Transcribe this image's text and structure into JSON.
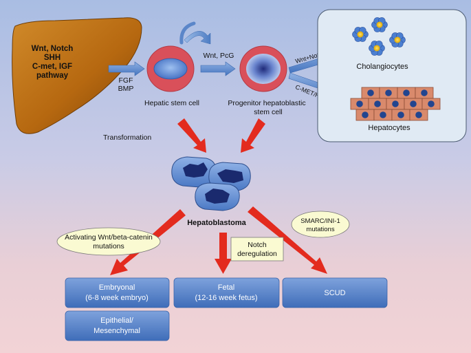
{
  "liver": {
    "line1": "Wnt, Notch",
    "line2": "SHH",
    "line3": "C-met, IGF",
    "line4": "pathway"
  },
  "arrows": {
    "fgf": "FGF",
    "bmp": "BMP",
    "wnt_pcg": "Wnt, PcG",
    "wnt_notch": "Wnt+Notch",
    "cmet_hgf": "C-MET/HGF"
  },
  "cells": {
    "hepatic_stem": "Hepatic stem cell",
    "progenitor_line1": "Progenitor hepatoblastic",
    "progenitor_line2": "stem cell",
    "cholangiocytes": "Cholangiocytes",
    "hepatocytes": "Hepatocytes"
  },
  "transformation": "Transformation",
  "tumor": "Hepatoblastoma",
  "mutations": {
    "wnt_line1": "Activating Wnt/beta-catenin",
    "wnt_line2": "mutations",
    "notch_line1": "Notch",
    "notch_line2": "deregulation",
    "smarc_line1": "SMARC/INI-1",
    "smarc_line2": "mutations"
  },
  "subtypes": {
    "embryonal_line1": "Embryonal",
    "embryonal_line2": "(6-8 week embryo)",
    "fetal_line1": "Fetal",
    "fetal_line2": "(12-16 week fetus)",
    "scud": "SCUD",
    "epithelial_line1": "Epithelial/",
    "epithelial_line2": "Mesenchymal"
  },
  "colors": {
    "red_arrow": "#e32b1e",
    "blue_arrow": "#5b86c9",
    "liver": "#b86a12",
    "box": "#5a86cc",
    "panel": "#dfe9f3"
  }
}
